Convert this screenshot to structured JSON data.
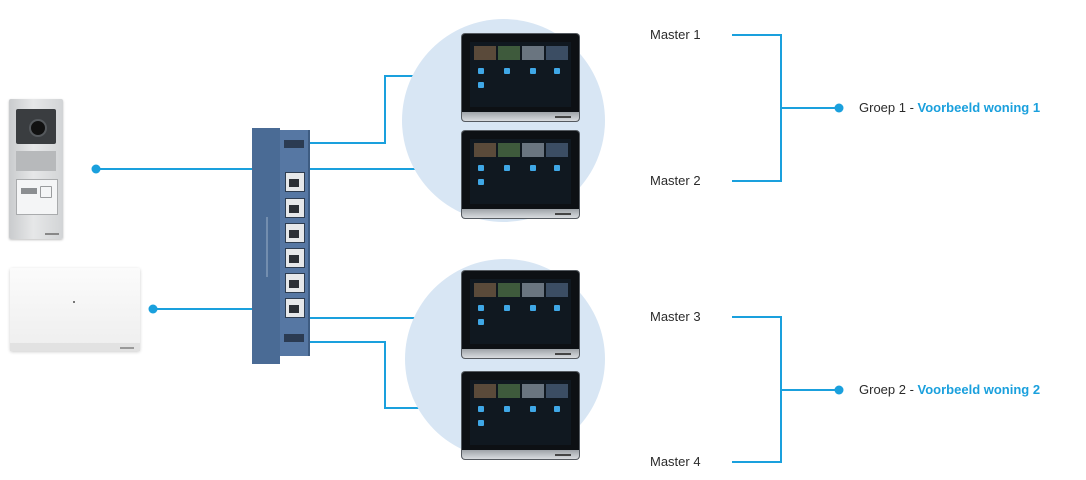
{
  "masters": [
    {
      "label": "Master 1"
    },
    {
      "label": "Master 2"
    },
    {
      "label": "Master 3"
    },
    {
      "label": "Master 4"
    }
  ],
  "groups": [
    {
      "prefix": "Groep 1 - ",
      "name": "Voorbeeld woning 1"
    },
    {
      "prefix": "Groep 2 - ",
      "name": "Voorbeeld woning 2"
    }
  ],
  "colors": {
    "connector": "#1aa0dd",
    "circle_fill": "#d8e6f4",
    "switch_body": "#5677a3",
    "text": "#2b2b2b"
  },
  "devices": {
    "door_station": "door-station-device",
    "indoor_station": "indoor-wall-unit-device",
    "switch": "network-switch-device",
    "monitors": [
      "touch-monitor",
      "touch-monitor",
      "touch-monitor",
      "touch-monitor"
    ]
  }
}
